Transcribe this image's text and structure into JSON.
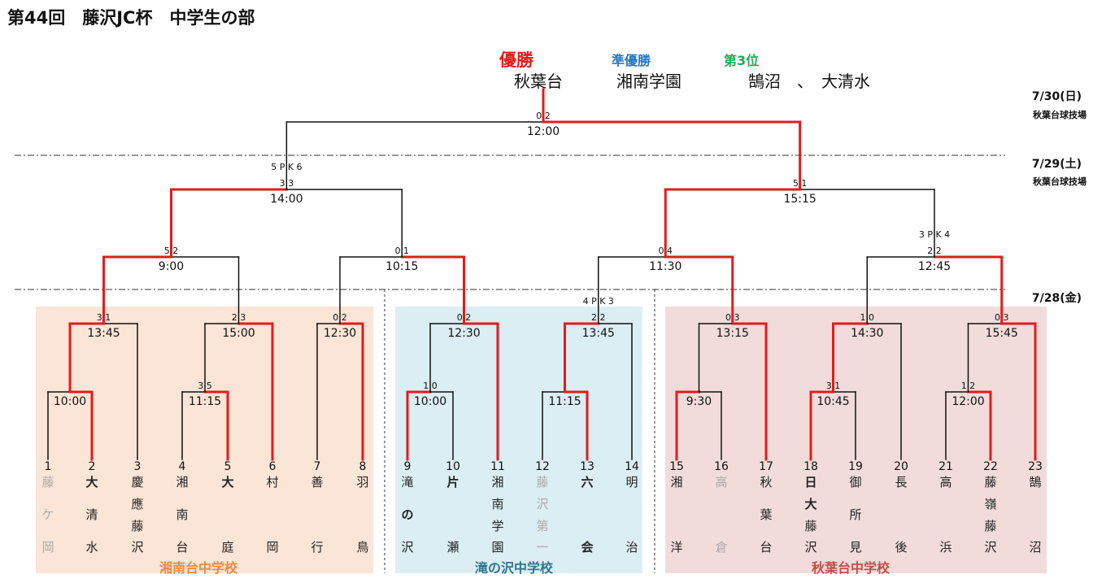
{
  "title": "第44回　藤沢JC杯　中学生の部",
  "results": {
    "champion_label": "優勝",
    "runner_up_label": "準優勝",
    "third_label": "第3位",
    "champion": "秋葉台",
    "runner_up": "湘南学園",
    "third": "鵠沼　、　大清水"
  },
  "colors": {
    "winner_line": "#e31b1b",
    "line": "#111111",
    "champion_label": "#e31b1b",
    "runner_up_label": "#1f78c8",
    "third_label": "#22aa55",
    "group1_bg": "#fbe5d6",
    "group2_bg": "#dbeef4",
    "group3_bg": "#f2dcdb",
    "group1_label": "#f08a3c",
    "group2_label": "#2e7890",
    "group3_label": "#c0504d"
  },
  "days": [
    {
      "date": "7/30(日)",
      "venue": "秋葉台球技場"
    },
    {
      "date": "7/29(土)",
      "venue": "秋葉台球技場"
    },
    {
      "date": "7/28(金)",
      "venue": ""
    }
  ],
  "groups": [
    {
      "name": "湘南台中学校"
    },
    {
      "name": "滝の沢中学校"
    },
    {
      "name": "秋葉台中学校"
    }
  ],
  "teams": [
    {
      "num": "1",
      "chars": [
        "藤",
        "ケ",
        "岡"
      ],
      "dim": true
    },
    {
      "num": "2",
      "chars": [
        "大",
        "清",
        "水"
      ],
      "bold": [
        0
      ]
    },
    {
      "num": "3",
      "chars": [
        "慶",
        "應",
        "藤",
        "沢"
      ]
    },
    {
      "num": "4",
      "chars": [
        "湘",
        "南",
        "台"
      ]
    },
    {
      "num": "5",
      "chars": [
        "大",
        "",
        "庭"
      ],
      "bold": [
        0
      ]
    },
    {
      "num": "6",
      "chars": [
        "村",
        "",
        "岡"
      ]
    },
    {
      "num": "7",
      "chars": [
        "善",
        "",
        "行"
      ]
    },
    {
      "num": "8",
      "chars": [
        "羽",
        "",
        "鳥"
      ]
    },
    {
      "num": "9",
      "chars": [
        "滝",
        "の",
        "沢"
      ],
      "bold": [
        1
      ]
    },
    {
      "num": "10",
      "chars": [
        "片",
        "",
        "瀬"
      ],
      "bold": [
        0
      ]
    },
    {
      "num": "11",
      "chars": [
        "湘",
        "南",
        "学",
        "園"
      ]
    },
    {
      "num": "12",
      "chars": [
        "藤",
        "沢",
        "第",
        "一"
      ],
      "dim": true
    },
    {
      "num": "13",
      "chars": [
        "六",
        "",
        "会"
      ],
      "bold": [
        0,
        2
      ]
    },
    {
      "num": "14",
      "chars": [
        "明",
        "",
        "治"
      ]
    },
    {
      "num": "15",
      "chars": [
        "湘",
        "",
        "洋"
      ]
    },
    {
      "num": "16",
      "chars": [
        "高",
        "",
        "倉"
      ],
      "dim": true
    },
    {
      "num": "17",
      "chars": [
        "秋",
        "葉",
        "台"
      ]
    },
    {
      "num": "18",
      "chars": [
        "日",
        "大",
        "藤",
        "沢"
      ],
      "bold": [
        0,
        1
      ]
    },
    {
      "num": "19",
      "chars": [
        "御",
        "所",
        "見"
      ]
    },
    {
      "num": "20",
      "chars": [
        "長",
        "",
        "後"
      ]
    },
    {
      "num": "21",
      "chars": [
        "高",
        "",
        "浜"
      ]
    },
    {
      "num": "22",
      "chars": [
        "藤",
        "嶺",
        "藤",
        "沢"
      ]
    },
    {
      "num": "23",
      "chars": [
        "鵠",
        "",
        "沼"
      ]
    }
  ],
  "matches": [
    {
      "id": "R1a",
      "time": "10:00",
      "score": ""
    },
    {
      "id": "R1b",
      "time": "11:15",
      "score": "3 5"
    },
    {
      "id": "R1c",
      "time": "10:00",
      "score": "1 0"
    },
    {
      "id": "R1d",
      "time": "11:15",
      "score": ""
    },
    {
      "id": "R1e",
      "time": "9:30",
      "score": ""
    },
    {
      "id": "R1f",
      "time": "10:45",
      "score": "3 1"
    },
    {
      "id": "R1g",
      "time": "12:00",
      "score": "1 2"
    },
    {
      "id": "R2a",
      "time": "13:45",
      "score": "3 1"
    },
    {
      "id": "R2b",
      "time": "15:00",
      "score": "2 3"
    },
    {
      "id": "R2c",
      "time": "12:30",
      "score": "0 2"
    },
    {
      "id": "R2d",
      "time": "12:30",
      "score": "0 2"
    },
    {
      "id": "R2e",
      "time": "13:45",
      "score": "2 2",
      "pk": "4 P K 3"
    },
    {
      "id": "R2f",
      "time": "13:15",
      "score": "0 3"
    },
    {
      "id": "R2g",
      "time": "14:30",
      "score": "1 0"
    },
    {
      "id": "R2h",
      "time": "15:45",
      "score": "0 3"
    },
    {
      "id": "R3a",
      "time": "9:00",
      "score": "5 2"
    },
    {
      "id": "R3b",
      "time": "10:15",
      "score": "0 1"
    },
    {
      "id": "R3c",
      "time": "11:30",
      "score": "0 4"
    },
    {
      "id": "R3d",
      "time": "12:45",
      "score": "2 2",
      "pk": "3 P K 4"
    },
    {
      "id": "SFa",
      "time": "14:00",
      "score": "3 3",
      "pk": "5 P K 6"
    },
    {
      "id": "SFb",
      "time": "15:15",
      "score": "5 1"
    },
    {
      "id": "F",
      "time": "12:00",
      "score": "0 2"
    }
  ]
}
